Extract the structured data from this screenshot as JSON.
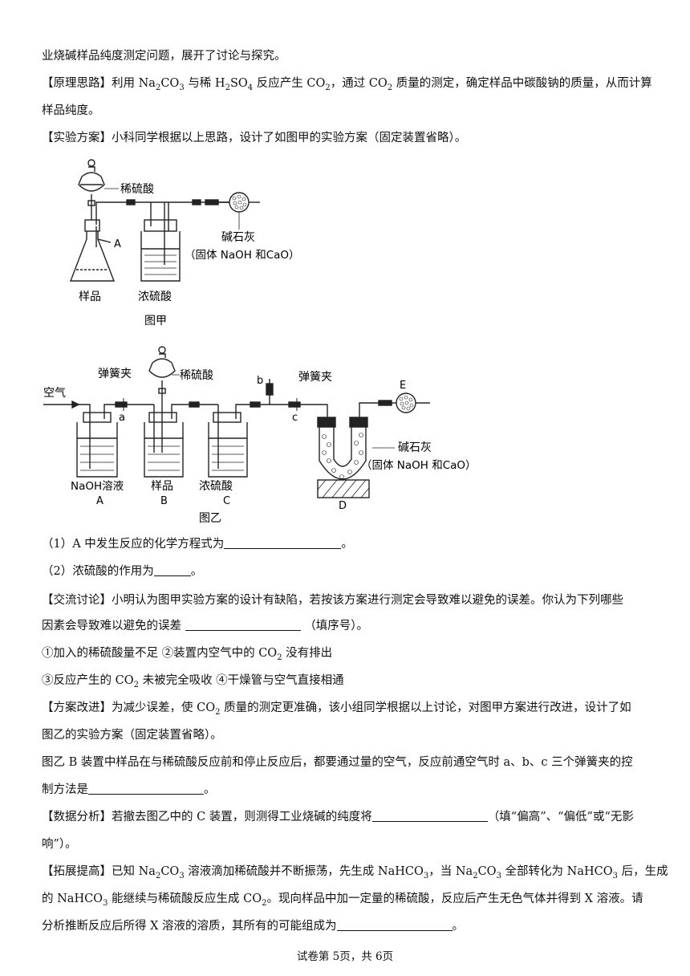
{
  "lines": {
    "l1": "业烧碱样品纯度测定问题，展开了讨论与探究。",
    "l2a": "【原理思路】利用 Na",
    "l2b": "CO",
    "l2c": " 与稀 H",
    "l2d": "SO",
    "l2e": " 反应产生 CO",
    "l2f": "，通过 CO",
    "l2g": " 质量的测定，确定样品中碳酸钠的质量，从而计算",
    "l3": "样品纯度。",
    "l4": "【实验方案】小科同学根据以上思路，设计了如图甲的实验方案（固定装置省略）。",
    "q1": "（1）A 中发生反应的化学方程式为",
    "q1end": "。",
    "q2": "（2）浓硫酸的作用为",
    "q2end": "。",
    "d1": "【交流讨论】小明认为图甲实验方案的设计有缺陷，若按该方案进行测定会导致难以避免的误差。你认为下列哪些",
    "d2a": "因素会导致难以避免的误差 ",
    "d2b": "（填序号）。",
    "o1a": "①加入的稀硫酸量不足 ②装置内空气中的 CO",
    "o1b": " 没有排出",
    "o2a": "③反应产生的 CO",
    "o2b": " 未被完全吸收 ④干燥管与空气直接相通",
    "i1a": "【方案改进】为减少误差，使 CO",
    "i1b": " 质量的测定更准确，该小组同学根据以上讨论，对图甲方案进行改进，设计了如",
    "i2": "图乙的实验方案（固定装置省略）。",
    "i3": "图乙 B 装置中样品在与稀硫酸反应前和停止反应后，都要通过量的空气，反应前通空气时 a、b、c 三个弹簧夹的控",
    "i4a": "制方法是",
    "i4b": "。",
    "a1a": "【数据分析】若撤去图乙中的 C 装置，则测得工业烧碱的纯度将",
    "a1b": "（填“偏高”、“偏低”或“无影",
    "a2": "响”）。",
    "e1a": "【拓展提高】已知 Na",
    "e1b": "CO",
    "e1c": " 溶液滴加稀硫酸并不断振荡，先生成 NaHCO",
    "e1d": "，当 Na",
    "e1e": "CO",
    "e1f": " 全部转化为 NaHCO",
    "e1g": " 后，生成",
    "e2a": "的 NaHCO",
    "e2b": " 能继续与稀硫酸反应生成 CO",
    "e2c": "。现向样品中加一定量的稀硫酸，反应后产生无色气体并得到 X 溶液。请",
    "e3a": "分析推断反应后所得 X 溶液的溶质，其所有的可能组成为",
    "e3b": "。",
    "sub2": "2",
    "sub3": "3",
    "sub4": "4"
  },
  "fig_jia": {
    "acid": "稀硫酸",
    "A": "A",
    "soda_lime": "碱石灰",
    "soda_lime_note": "（固体 NaOH 和CaO）",
    "sample": "样品",
    "conc_acid": "浓硫酸",
    "caption": "图甲"
  },
  "fig_yi": {
    "air": "空气",
    "clamp1": "弹簧夹",
    "acid": "稀硫酸",
    "b": "b",
    "clamp2": "弹簧夹",
    "E": "E",
    "a": "a",
    "c": "c",
    "soda_lime": "碱石灰",
    "soda_lime_note": "（固体 NaOH 和CaO）",
    "naoh": "NaOH溶液",
    "A": "A",
    "sample": "样品",
    "B": "B",
    "conc_acid": "浓硫酸",
    "C": "C",
    "D": "D",
    "caption": "图乙"
  },
  "footer": "试卷第 5页，共 6页"
}
